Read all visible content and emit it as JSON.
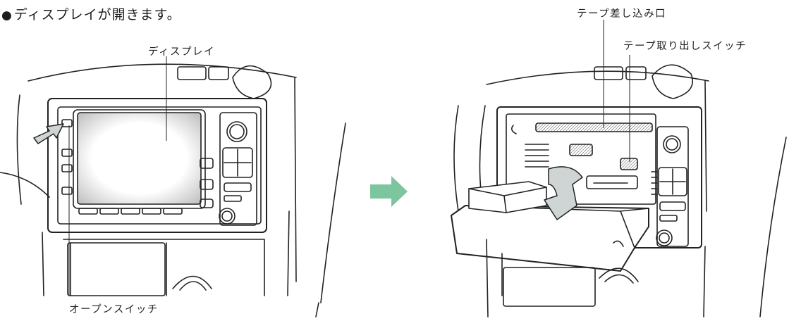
{
  "heading": {
    "bullet": "●",
    "text": "ディスプレイが開きます。"
  },
  "left_figure": {
    "labels": {
      "display": "ディスプレイ",
      "open_switch": "オープンスイッチ"
    }
  },
  "right_figure": {
    "labels": {
      "tape_slot": "テープ差し込み口",
      "tape_eject_switch": "テープ取り出しスイッチ"
    }
  },
  "colors": {
    "line": "#222222",
    "arrow_fill": "#cfd5d5",
    "transition_arrow": "#7cc59f",
    "screen_shade": "#b9b9b9"
  },
  "icons": {
    "press_arrow": "filled-arrow-right",
    "transition_arrow": "green-block-arrow-right",
    "open_direction_arrow": "curved-arrow-down"
  }
}
